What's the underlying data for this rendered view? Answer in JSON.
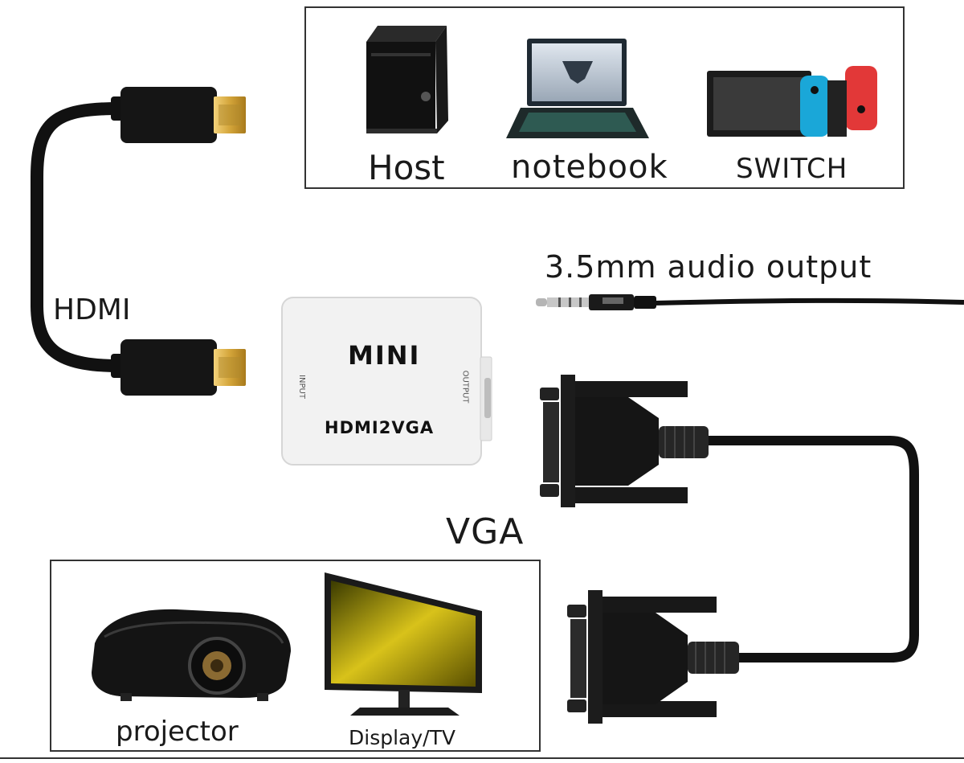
{
  "sources": {
    "host_label": "Host",
    "notebook_label": "notebook",
    "switch_label": "SWITCH"
  },
  "cables": {
    "hdmi_label": "HDMI",
    "vga_label": "VGA",
    "audio_label": "3.5mm audio output"
  },
  "adapter": {
    "brand": "MINI",
    "model": "HDMI2VGA",
    "input_port": "INPUT",
    "output_port": "OUTPUT"
  },
  "outputs": {
    "projector_label": "projector",
    "display_label": "Display/TV"
  },
  "icons": [
    "desktop-tower-icon",
    "laptop-icon",
    "game-console-icon",
    "projector-icon",
    "monitor-icon"
  ],
  "colors": {
    "cable": "#111111",
    "plug_gold": "#d4a53a",
    "adapter_body": "#f2f2f2",
    "screen_yellow": "#d8c21a"
  }
}
